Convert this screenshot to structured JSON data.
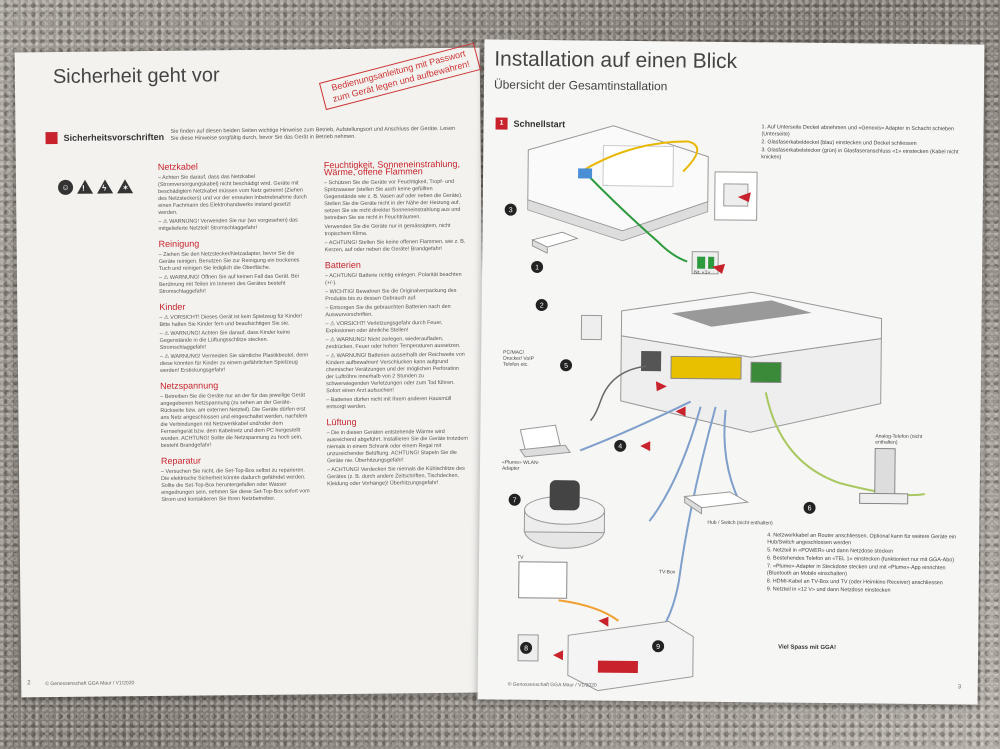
{
  "left_page": {
    "title": "Sicherheit geht vor",
    "stamp_line1": "Bedienungsanleitung mit Passwort",
    "stamp_line2": "zum Gerät legen und aufbewahren!",
    "section": "Sicherheitsvorschriften",
    "intro": "Sie finden auf diesen beiden Seiten wichtige Hinweise zum Betrieb, Aufstellungsort und Anschluss der Geräte. Lesen Sie diese Hinweise sorgfältig durch, bevor Sie das Gerät in Betrieb nehmen.",
    "col1": [
      {
        "heading": "Netzkabel",
        "paras": [
          "– Achten Sie darauf, dass das Netzkabel (Stromversorgungskabel) nicht beschädigt wird. Geräte mit beschädigtem Netzkabel müssen vom Netz getrennt (Ziehen des Netzsteckers) und vor der erneuten Inbetriebnahme durch einen Fachmann des Elektrohandwerks instand gesetzt werden.",
          "– ⚠ WARNUNG! Verwenden Sie nur (wo vorgesehen) das mitgelieferte Netzteil! Stromschlaggefahr!"
        ]
      },
      {
        "heading": "Reinigung",
        "paras": [
          "– Ziehen Sie den Netzstecker/Netzadapter, bevor Sie die Geräte reinigen. Benutzen Sie zur Reinigung ein trockenes Tuch und reinigen Sie lediglich die Oberfläche.",
          "– ⚠ WARNUNG! Öffnen Sie auf keinen Fall das Gerät. Bei Berührung mit Teilen im Inneren des Gerätes besteht Stromschlaggefahr!"
        ]
      },
      {
        "heading": "Kinder",
        "paras": [
          "– ⚠ VORSICHT! Dieses Gerät ist kein Spielzeug für Kinder! Bitte halten Sie Kinder fern und beaufsichtigen Sie sie.",
          "– ⚠ WARNUNG! Achten Sie darauf, dass Kinder keine Gegenstände in die Lüftungsschlitze stecken. Stromschlaggefahr!",
          "– ⚠ WARNUNG! Vermeiden Sie sämtliche Plastikbeutel, denn diese könnten für Kinder zu einem gefährlichen Spielzeug werden! Erstickungsgefahr!"
        ]
      },
      {
        "heading": "Netzspannung",
        "paras": [
          "– Betreiben Sie die Geräte nur an der für das jeweilige Gerät angegebenen Netzspannung (zu sehen an der Geräte-Rückseite bzw. am externen Netzteil). Die Geräte dürfen erst ans Netz angeschlossen und eingeschaltet werden, nachdem die Verbindungen mit Netzwerkkabel und/oder dem Fernsehgerät bzw. dem Kabelnetz und dem PC hergestellt wurden. ACHTUNG! Sollte die Netzspannung zu hoch sein, besteht Brandgefahr!"
        ]
      },
      {
        "heading": "Reparatur",
        "paras": [
          "– Versuchen Sie nicht, die Set-Top-Box selbst zu reparieren. Die elektrische Sicherheit könnte dadurch gefährdet werden. Sollte die Set-Top-Box heruntergefallen oder Wasser eingedrungen sein, nehmen Sie diese Set-Top-Box sofort vom Strom und kontaktieren Sie Ihren Netzbetreiber."
        ]
      }
    ],
    "col2": [
      {
        "heading": "Feuchtigkeit, Sonneneinstrahlung, Wärme, offene Flammen",
        "paras": [
          "– Schützen Sie die Geräte vor Feuchtigkeit, Tropf- und Spritzwasser (stellen Sie auch keine gefüllten Gegenstände wie z. B. Vasen auf oder neben die Geräte). Stellen Sie die Geräte nicht in der Nähe der Heizung auf, setzen Sie sie nicht direkter Sonneneinstrahlung aus und betreiben Sie sie nicht in Feuchträumen.",
          "Verwenden Sie die Geräte nur in gemässigtem, nicht tropischem Klima.",
          "– ACHTUNG! Stellen Sie keine offenen Flammen, wie z. B. Kerzen, auf oder neben die Geräte! Brandgefahr!"
        ]
      },
      {
        "heading": "Batterien",
        "paras": [
          "– ACHTUNG! Batterie richtig einlegen. Polarität beachten (+/-).",
          "– WICHTIG! Bewahren Sie die Originalverpackung des Produkts bis zu dessen Gebrauch auf.",
          "– Entsorgen Sie die gebrauchten Batterien nach den Auswurvorschriften.",
          "– ⚠ VORSICHT! Verletzungsgefahr durch Feuer, Explosionen oder ähnliche Stellen!",
          "– ⚠ WARNUNG! Nicht zerlegen, wiederaufladen, zerdrücken, Feuer oder hohen Temperaturen aussetzen.",
          "– ⚠ WARNUNG! Batterien ausserhalb der Reichweite von Kindern aufbewahren! Verschlucken kann aufgrund chemischer Verätzungen und der möglichen Perforation der Luftröhre innerhalb von 2 Stunden zu schwerwiegenden Verletzungen oder zum Tod führen. Sofort einen Arzt aufsuchen!",
          "– Batterien dürfen nicht mit Ihrem anderen Hausmüll entsorgt werden."
        ]
      },
      {
        "heading": "Lüftung",
        "paras": [
          "– Die in diesen Geräten entstehende Wärme wird ausreichend abgeführt. Installieren Sie die Geräte trotzdem niemals in einem Schrank oder einem Regal mit unzureichender Belüftung. ACHTUNG! Stapeln Sie die Geräte nie. Überhitzungsgefahr!",
          "– ACHTUNG! Verdecken Sie niemals die Kühlschlitze des Gerätes (z. B. durch andere Zeitschriften, Tischdecken, Kleidung oder Vorhänge)! Überhitzungsgefahr!"
        ]
      }
    ],
    "footer": "© Genossenschaft GGA Maur / V1/2020",
    "page_number": "2"
  },
  "right_page": {
    "title": "Installation auf einen Blick",
    "subtitle": "Übersicht der Gesamtinstallation",
    "section_number": "1",
    "section": "Schnellstart",
    "steps_top": [
      "1. Auf Unterseite Deckel abnehmen und «Genexis» Adapter in Schacht schieben (Unterseite)",
      "2. Glasfaserkabeldeckel (blau) einstecken und Deckel schliessen",
      "3. Glasfaserkabelstecker (grün) in Glasfaseranschluss «1» einstecken (Kabel nicht knicken)"
    ],
    "steps_bottom": [
      "4. Netzwerkkabel an Router anschliessen. Optional kann für weitere Geräte ein Hub/Switch angeschlossen werden",
      "5. Netzteil in «POWER» und dann Netzdose stecken",
      "6. Bestehendes Telefon an «TEL 1» einstecken (funktioniert nur mit GGA-Abo)",
      "7. «Plume»-Adapter in Steckdose stecken und mit «Plume»-App einrichten (Bluetooth an Mobile einschalten)",
      "8. HDMI-Kabel an TV-Box und TV (oder Heimkino Receiver) anschliessen",
      "9. Netzteil in «12 V» und dann Netzdose einstecken"
    ],
    "closing": "Viel Spass mit GGA!",
    "labels": {
      "nr": "Nr. «1»",
      "pc": "PC/MAC/ Drucker/ VoIP Telefon etc.",
      "plume": "«Plume» WLAN-Adapter",
      "hub": "Hub / Switch (nicht enthalten)",
      "phone": "Analog-Telefon (nicht enthalten)",
      "tv": "TV",
      "tvbox": "TV-Box"
    },
    "markers": [
      "1",
      "2",
      "3",
      "4",
      "5",
      "6",
      "7",
      "8",
      "9"
    ],
    "footer": "© Genossenschaft GGA Maur / V1/2020",
    "page_number": "3"
  },
  "colors": {
    "accent_red": "#c8232c",
    "fiber_yellow": "#e8b800",
    "fiber_green": "#2e9a3e",
    "cable_blue": "#7f9fcc",
    "cable_green_light": "#a9c862",
    "cable_orange": "#f0a030"
  }
}
